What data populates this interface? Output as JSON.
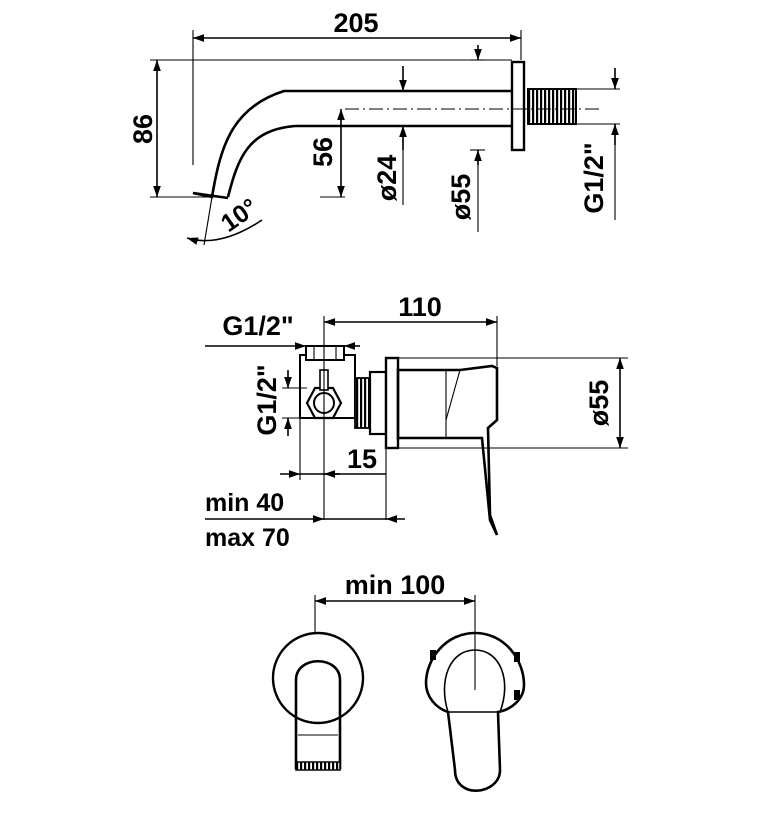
{
  "spout_view": {
    "dim_length": "205",
    "dim_height": "86",
    "dim_axis_height": "56",
    "dim_pipe_diameter": "ø24",
    "dim_rosette_diameter": "ø55",
    "dim_thread": "G1/2\"",
    "dim_angle": "10°"
  },
  "mixer_view": {
    "dim_depth": "110",
    "dim_top_thread": "G1/2\"",
    "dim_side_thread": "G1/2\"",
    "dim_rosette_diameter": "ø55",
    "dim_offset": "15",
    "dim_min": "min 40",
    "dim_max": "max 70"
  },
  "front_view": {
    "dim_spacing": "min 100"
  }
}
